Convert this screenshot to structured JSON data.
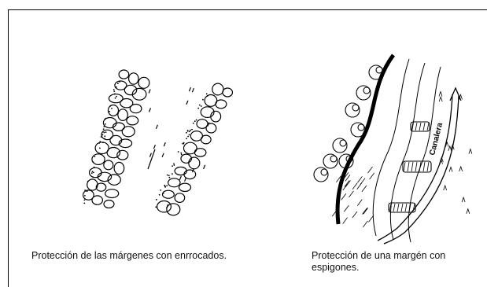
{
  "figure": {
    "left_panel": {
      "caption": "Protección de las márgenes  con enrrocados."
    },
    "right_panel": {
      "caption": "Protección de una margén con espigones.",
      "channel_label": "Canalera"
    }
  },
  "colors": {
    "line": "#000000",
    "background": "#ffffff"
  }
}
